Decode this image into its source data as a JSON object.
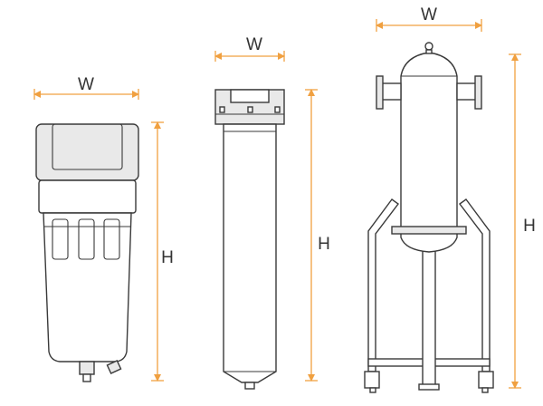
{
  "colors": {
    "dimension_line": "#f0a040",
    "outline": "#3a3a3a",
    "label_text": "#333333"
  },
  "filters": [
    {
      "id": "compact-filter",
      "width_label": "W",
      "height_label": "H"
    },
    {
      "id": "cartridge-filter",
      "width_label": "W",
      "height_label": "H"
    },
    {
      "id": "flanged-vessel",
      "width_label": "W",
      "height_label": "H"
    }
  ]
}
